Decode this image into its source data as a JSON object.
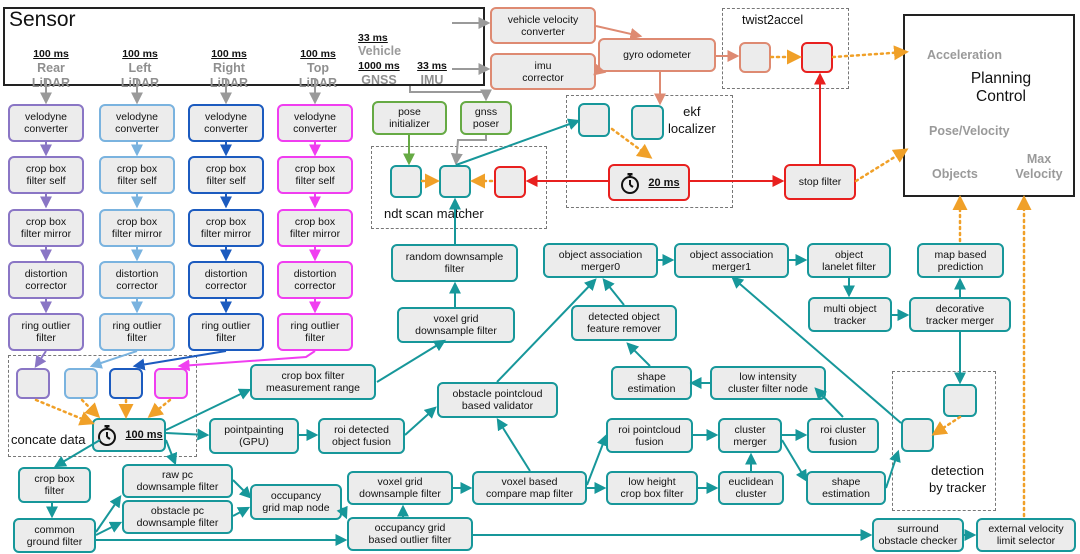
{
  "sensor": {
    "title": "Sensor",
    "lidars": [
      {
        "rate": "100 ms",
        "name": "Rear\nLiDAR"
      },
      {
        "rate": "100 ms",
        "name": "Left\nLiDAR"
      },
      {
        "rate": "100 ms",
        "name": "Right\nLiDAR"
      },
      {
        "rate": "100 ms",
        "name": "Top\nLiDAR"
      }
    ],
    "gnss": {
      "rate": "1000 ms",
      "name": "GNSS"
    },
    "imu": {
      "rate": "33 ms",
      "name": "IMU"
    },
    "vehicle": {
      "rate": "33 ms",
      "name": "Vehicle"
    }
  },
  "chain_labels": [
    "velodyne\nconverter",
    "crop box\nfilter self",
    "crop box\nfilter mirror",
    "distortion\ncorrector",
    "ring outlier\nfilter"
  ],
  "nodes": {
    "vehicle_velocity_converter": "vehicle velocity\nconverter",
    "imu_corrector": "imu\ncorrector",
    "gyro_odometer": "gyro odometer",
    "pose_initializer": "pose\ninitializer",
    "gnss_poser": "gnss\nposer",
    "stop_filter": "stop filter",
    "random_downsample": "random downsample\nfilter",
    "voxel_grid_downsample_top": "voxel grid\ndownsample filter",
    "crop_box_measurement": "crop box filter\nmeasurement range",
    "pointpainting": "pointpainting\n(GPU)",
    "roi_detected_fusion": "roi detected\nobject fusion",
    "obstacle_validator": "obstacle pointcloud\nbased validator",
    "assoc_merger0": "object association\nmerger0",
    "assoc_merger1": "object association\nmerger1",
    "object_lanelet_filter": "object\nlanelet filter",
    "map_based_prediction": "map based\nprediction",
    "multi_object_tracker": "multi object\ntracker",
    "decorative_tracker_merger": "decorative\ntracker merger",
    "detected_object_feature_remover": "detected object\nfeature remover",
    "shape_estimation_1": "shape\nestimation",
    "low_intensity_filter": "low intensity\ncluster filter node",
    "roi_pointcloud_fusion": "roi pointcloud\nfusion",
    "cluster_merger": "cluster\nmerger",
    "roi_cluster_fusion": "roi cluster\nfusion",
    "low_height_crop": "low height\ncrop box filter",
    "euclidean_cluster": "euclidean\ncluster",
    "shape_estimation_2": "shape\nestimation",
    "voxel_based_compare": "voxel based\ncompare map filter",
    "voxel_grid_downsample_low": "voxel grid\ndownsample filter",
    "occupancy_outlier": "occupancy grid\nbased outlier filter",
    "occupancy_grid_map": "occupancy\ngrid map node",
    "raw_pc_downsample": "raw pc\ndownsample filter",
    "obstacle_pc_downsample": "obstacle pc\ndownsample filter",
    "crop_box_filter_low": "crop box\nfilter",
    "common_ground_filter": "common\nground filter",
    "surround_obstacle_checker": "surround\nobstacle checker",
    "external_velocity_limit": "external velocity\nlimit selector"
  },
  "group_labels": {
    "twist2accel": "twist2accel",
    "ekf_localizer": "ekf\nlocalizer",
    "ndt_scan_matcher": "ndt scan matcher",
    "concate_data": "concate data",
    "detection_by_tracker": "detection\nby tracker"
  },
  "timers": {
    "ekf": "20 ms",
    "concat": "100 ms"
  },
  "planning": {
    "title": "Planning\nControl",
    "acceleration": "Acceleration",
    "pose_velocity": "Pose/Velocity",
    "objects": "Objects",
    "max_velocity": "Max\nVelocity"
  },
  "colors": {
    "teal": "#17979a",
    "purple": "#8a76c5",
    "light_blue": "#7ab3df",
    "dark_blue": "#1c5bbf",
    "magenta": "#f03ef0",
    "green": "#66aa44",
    "salmon": "#de8a72",
    "red": "#e8201f",
    "orange_dotted": "#f0a028",
    "gray_arrow": "#9a9a9a",
    "node_fill": "#ececec"
  }
}
